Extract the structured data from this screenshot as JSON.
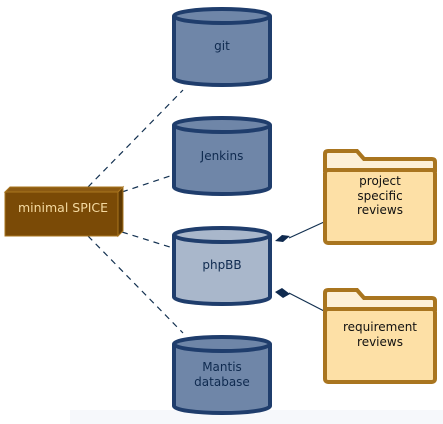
{
  "diagram": {
    "root": {
      "label": "minimal SPICE"
    },
    "databases": [
      {
        "id": "git",
        "label": "git"
      },
      {
        "id": "jenkins",
        "label": "Jenkins"
      },
      {
        "id": "phpbb",
        "label": "phpBB"
      },
      {
        "id": "mantis",
        "label": "Mantis\ndatabase"
      }
    ],
    "folders": [
      {
        "id": "project-specific-reviews",
        "label": "project\nspecific\nreviews"
      },
      {
        "id": "requirement-reviews",
        "label": "requirement\nreviews"
      }
    ],
    "colors": {
      "root_fill": "#7a4a06",
      "root_text": "#f4d9a0",
      "db_fill": "#6f86a8",
      "db_highlight_fill": "#a9b7cb",
      "db_stroke": "#1f3d6c",
      "folder_fill": "#fde0a6",
      "folder_stroke": "#a9751f",
      "connector": "#123050"
    }
  }
}
